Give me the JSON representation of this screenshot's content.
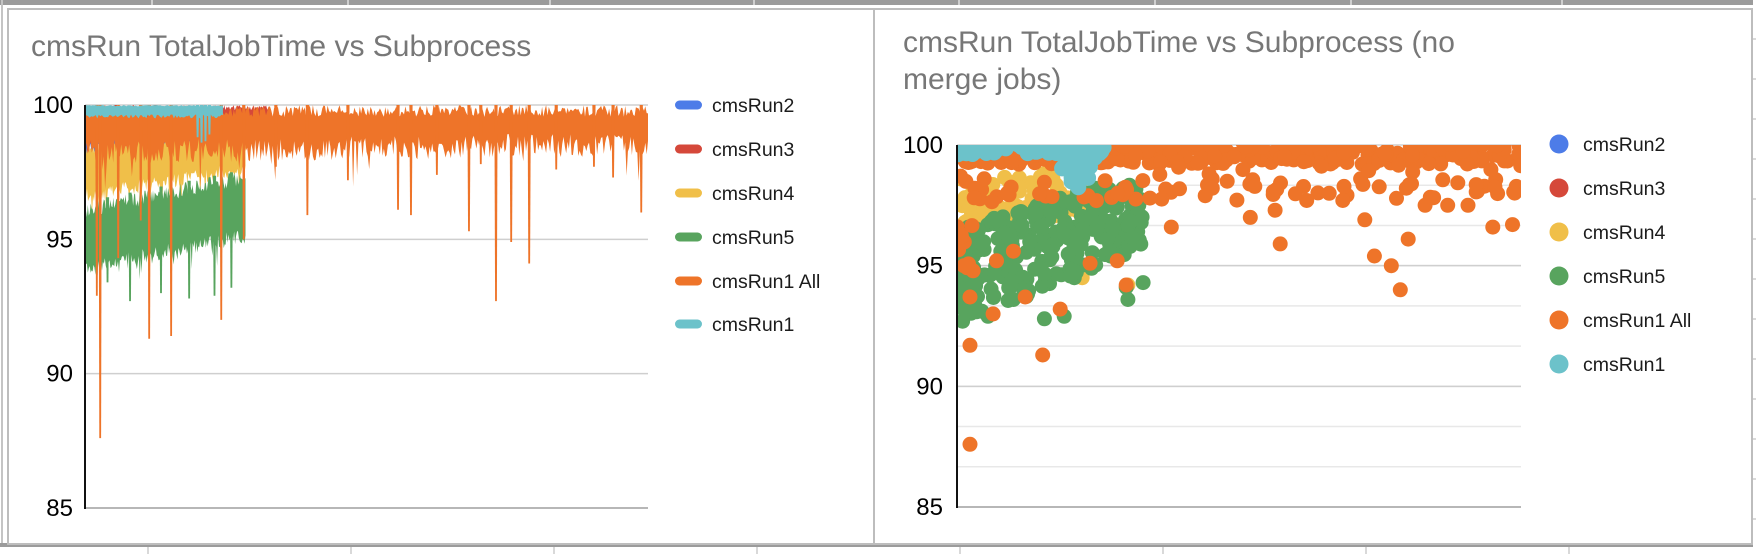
{
  "spreadsheet": {
    "top_border_color": "#9b9b9b",
    "grid_color": "#d9d9d9",
    "card_border_color": "#bdbdbd",
    "top_column_ticks_x": [
      151,
      347,
      549,
      753,
      958,
      1154,
      1350,
      1561
    ],
    "bottom_column_lines_x": [
      147,
      350,
      553,
      756,
      959,
      1162,
      1365,
      1568
    ],
    "right_row_lines_y_start": 38,
    "right_row_lines_y_step": 40
  },
  "chart_data": [
    {
      "type": "line",
      "title": "cmsRun TotalJobTime vs Subprocess",
      "title_color": "#777777",
      "ylabel": "",
      "xlabel": "",
      "ylim": [
        85,
        100
      ],
      "y_tick_labels": [
        "100",
        "95",
        "90",
        "85"
      ],
      "y_ticks": [
        100,
        95,
        90,
        85
      ],
      "minor_per_major": 1,
      "grid": true,
      "legend_position": "right",
      "legend_marker": "line",
      "legend": [
        {
          "label": "cmsRun2",
          "color": "#4d7ce8"
        },
        {
          "label": "cmsRun3",
          "color": "#d5483a"
        },
        {
          "label": "cmsRun4",
          "color": "#f0bf49"
        },
        {
          "label": "cmsRun5",
          "color": "#58a45e"
        },
        {
          "label": "cmsRun1 All",
          "color": "#ee7429"
        },
        {
          "label": "cmsRun1",
          "color": "#6cc2ca"
        }
      ],
      "series": [
        {
          "name": "cmsRun2",
          "color": "#4d7ce8",
          "band": {
            "x0": 0,
            "x1": 0.285,
            "top0": 99.9,
            "top1": 99.95,
            "top_jag": 0.25,
            "bot0": 98.6,
            "bot1": 99.1,
            "amp": 0.5,
            "dip_prob": 0.12,
            "dip_amp": 0.9,
            "n": 150
          },
          "spikes": [
            [
              0.06,
              97.9
            ],
            [
              0.1,
              98.0
            ]
          ]
        },
        {
          "name": "cmsRun3",
          "color": "#d5483a",
          "band": {
            "x0": 0,
            "x1": 0.33,
            "top0": 100,
            "top1": 100,
            "top_jag": 0.2,
            "bot0": 98.9,
            "bot1": 99.3,
            "amp": 0.45,
            "dip_prob": 0.1,
            "dip_amp": 1.0,
            "n": 160
          },
          "spikes": [
            [
              0.055,
              98.1
            ],
            [
              0.125,
              98.2
            ]
          ]
        },
        {
          "name": "cmsRun4",
          "color": "#f0bf49",
          "band": {
            "x0": 0,
            "x1": 0.285,
            "top0": 98.6,
            "top1": 99.4,
            "top_jag": 0.5,
            "bot0": 96.9,
            "bot1": 97.9,
            "amp": 0.55,
            "dip_prob": 0.1,
            "dip_amp": 0.8,
            "n": 160
          },
          "spikes": [
            [
              0.17,
              95.9
            ]
          ]
        },
        {
          "name": "cmsRun5",
          "color": "#58a45e",
          "band": {
            "x0": 0,
            "x1": 0.285,
            "top0": 96.4,
            "top1": 97.6,
            "top_jag": 0.6,
            "bot0": 94.3,
            "bot1": 95.4,
            "amp": 0.6,
            "dip_prob": 0.15,
            "dip_amp": 0.8,
            "n": 170
          },
          "spikes": [
            [
              0.04,
              93.4
            ],
            [
              0.08,
              92.7
            ],
            [
              0.135,
              93.0
            ],
            [
              0.185,
              92.8
            ],
            [
              0.23,
              92.9
            ],
            [
              0.26,
              93.2
            ]
          ]
        },
        {
          "name": "cmsRun1 All",
          "color": "#ee7429",
          "band": {
            "x0": 0,
            "x1": 1.0,
            "top0": 100,
            "top1": 100,
            "top_jag": 0.45,
            "bot0": 98.7,
            "bot1": 99.0,
            "amp": 0.9,
            "dip_prob": 0.1,
            "dip_amp": 1.3,
            "n": 420
          },
          "spikes": [
            [
              0.021,
              92.9
            ],
            [
              0.027,
              87.6
            ],
            [
              0.059,
              94.3
            ],
            [
              0.099,
              95.7
            ],
            [
              0.114,
              91.3
            ],
            [
              0.153,
              91.4
            ],
            [
              0.242,
              92.0
            ],
            [
              0.282,
              95.0
            ],
            [
              0.339,
              97.7
            ],
            [
              0.395,
              95.9
            ],
            [
              0.467,
              97.2
            ],
            [
              0.556,
              96.1
            ],
            [
              0.579,
              95.9
            ],
            [
              0.625,
              97.4
            ],
            [
              0.682,
              95.3
            ],
            [
              0.703,
              97.8
            ],
            [
              0.73,
              92.7
            ],
            [
              0.757,
              94.9
            ],
            [
              0.789,
              94.1
            ],
            [
              0.837,
              97.6
            ],
            [
              0.904,
              97.7
            ],
            [
              0.938,
              97.3
            ],
            [
              0.988,
              96.0
            ]
          ]
        },
        {
          "name": "cmsRun1",
          "color": "#6cc2ca",
          "band": {
            "x0": 0,
            "x1": 0.245,
            "top0": 100,
            "top1": 100,
            "top_jag": 0.05,
            "bot0": 99.65,
            "bot1": 99.65,
            "amp": 0.15,
            "dip_prob": 0,
            "dip_amp": 0,
            "n": 90
          },
          "spikes": [
            [
              0.2,
              98.8
            ],
            [
              0.207,
              98.6
            ],
            [
              0.214,
              98.65
            ],
            [
              0.221,
              98.9
            ]
          ]
        }
      ]
    },
    {
      "type": "scatter",
      "title": "cmsRun TotalJobTime vs Subprocess (no merge jobs)",
      "title_color": "#777777",
      "ylabel": "",
      "xlabel": "",
      "ylim": [
        85,
        100
      ],
      "y_tick_labels": [
        "100",
        "95",
        "90",
        "85"
      ],
      "y_ticks": [
        100,
        95,
        90,
        85
      ],
      "minor_per_major": 3,
      "grid": true,
      "legend_position": "right",
      "legend_marker": "circle",
      "legend": [
        {
          "label": "cmsRun2",
          "color": "#4d7ce8"
        },
        {
          "label": "cmsRun3",
          "color": "#d5483a"
        },
        {
          "label": "cmsRun4",
          "color": "#f0bf49"
        },
        {
          "label": "cmsRun5",
          "color": "#58a45e"
        },
        {
          "label": "cmsRun1 All",
          "color": "#ee7429"
        },
        {
          "label": "cmsRun1",
          "color": "#6cc2ca"
        }
      ],
      "series": [
        {
          "name": "cmsRun2",
          "color": "#4d7ce8",
          "r": 7.5,
          "clusters": [],
          "points": []
        },
        {
          "name": "cmsRun3",
          "color": "#d5483a",
          "r": 7.5,
          "clusters": [],
          "points": []
        },
        {
          "name": "cmsRun4",
          "color": "#f0bf49",
          "r": 7.5,
          "clusters": [
            {
              "x0": 0.005,
              "x1": 0.24,
              "env": [
                [
                  0,
                  96.4,
                  98.7
                ],
                [
                  0.24,
                  97.3,
                  98.9
                ]
              ],
              "n": 95,
              "p": 0.75
            }
          ],
          "points": [
            [
              0.222,
              94.5
            ],
            [
              0.303,
              94.2
            ]
          ]
        },
        {
          "name": "cmsRun5",
          "color": "#58a45e",
          "r": 7.5,
          "clusters": [
            {
              "x0": 0.0,
              "x1": 0.33,
              "env": [
                [
                  0,
                  92.8,
                  96.6
                ],
                [
                  0.12,
                  93.6,
                  97.3
                ],
                [
                  0.22,
                  94.6,
                  98.2
                ],
                [
                  0.33,
                  95.8,
                  98.4
                ]
              ],
              "n": 270,
              "p": 1.0
            }
          ],
          "points": [
            [
              0.01,
              92.7
            ],
            [
              0.055,
              92.9
            ],
            [
              0.1,
              93.6
            ],
            [
              0.155,
              92.8
            ],
            [
              0.19,
              92.9
            ],
            [
              0.303,
              93.6
            ],
            [
              0.3,
              94.1
            ],
            [
              0.33,
              94.3
            ]
          ]
        },
        {
          "name": "cmsRun1 All",
          "color": "#ee7429",
          "r": 7.5,
          "clusters": [
            {
              "x0": 0.0,
              "x1": 1.0,
              "env": [
                [
                  0,
                  99.2,
                  100.1
                ],
                [
                  1,
                  99.2,
                  100.1
                ]
              ],
              "n": 340,
              "p": 1.0
            },
            {
              "x0": 0.0,
              "x1": 1.0,
              "env": [
                [
                  0,
                  97.6,
                  99.3
                ],
                [
                  1,
                  97.8,
                  99.3
                ]
              ],
              "n": 80,
              "p": 0.45
            },
            {
              "x0": 0.0,
              "x1": 0.03,
              "env": [
                [
                  0,
                  94.2,
                  97.2
                ],
                [
                  0.03,
                  94.2,
                  97.2
                ]
              ],
              "n": 10,
              "p": 1.0
            }
          ],
          "points": [
            [
              0.008,
              96.2
            ],
            [
              0.012,
              95.0
            ],
            [
              0.023,
              93.7
            ],
            [
              0.023,
              91.7
            ],
            [
              0.023,
              87.6
            ],
            [
              0.064,
              93.0
            ],
            [
              0.07,
              95.2
            ],
            [
              0.1,
              95.6
            ],
            [
              0.121,
              93.7
            ],
            [
              0.152,
              91.3
            ],
            [
              0.183,
              93.2
            ],
            [
              0.236,
              95.1
            ],
            [
              0.285,
              98.0
            ],
            [
              0.284,
              95.2
            ],
            [
              0.3,
              94.2
            ],
            [
              0.342,
              97.8
            ],
            [
              0.38,
              96.6
            ],
            [
              0.44,
              97.9
            ],
            [
              0.479,
              98.5
            ],
            [
              0.52,
              97.0
            ],
            [
              0.573,
              95.9
            ],
            [
              0.564,
              97.3
            ],
            [
              0.62,
              97.7
            ],
            [
              0.66,
              98.0
            ],
            [
              0.684,
              97.7
            ],
            [
              0.723,
              96.9
            ],
            [
              0.74,
              95.4
            ],
            [
              0.77,
              95.0
            ],
            [
              0.786,
              94.0
            ],
            [
              0.8,
              96.1
            ],
            [
              0.83,
              97.5
            ],
            [
              0.87,
              97.5
            ],
            [
              0.906,
              97.5
            ],
            [
              0.95,
              96.6
            ],
            [
              0.985,
              96.7
            ]
          ]
        },
        {
          "name": "cmsRun1",
          "color": "#6cc2ca",
          "r": 8,
          "clusters": [
            {
              "x0": 0.0,
              "x1": 0.26,
              "env": [
                [
                  0,
                  99.6,
                  100.2
                ],
                [
                  0.26,
                  99.6,
                  100.2
                ]
              ],
              "n": 85,
              "p": 1.0
            },
            {
              "x0": 0.185,
              "x1": 0.25,
              "env": [
                [
                  0.185,
                  99.0,
                  99.9
                ],
                [
                  0.21,
                  98.2,
                  99.6
                ],
                [
                  0.25,
                  98.9,
                  100.0
                ]
              ],
              "n": 26,
              "p": 1.0
            }
          ],
          "points": [
            [
              0.215,
              98.25
            ]
          ]
        }
      ]
    }
  ]
}
